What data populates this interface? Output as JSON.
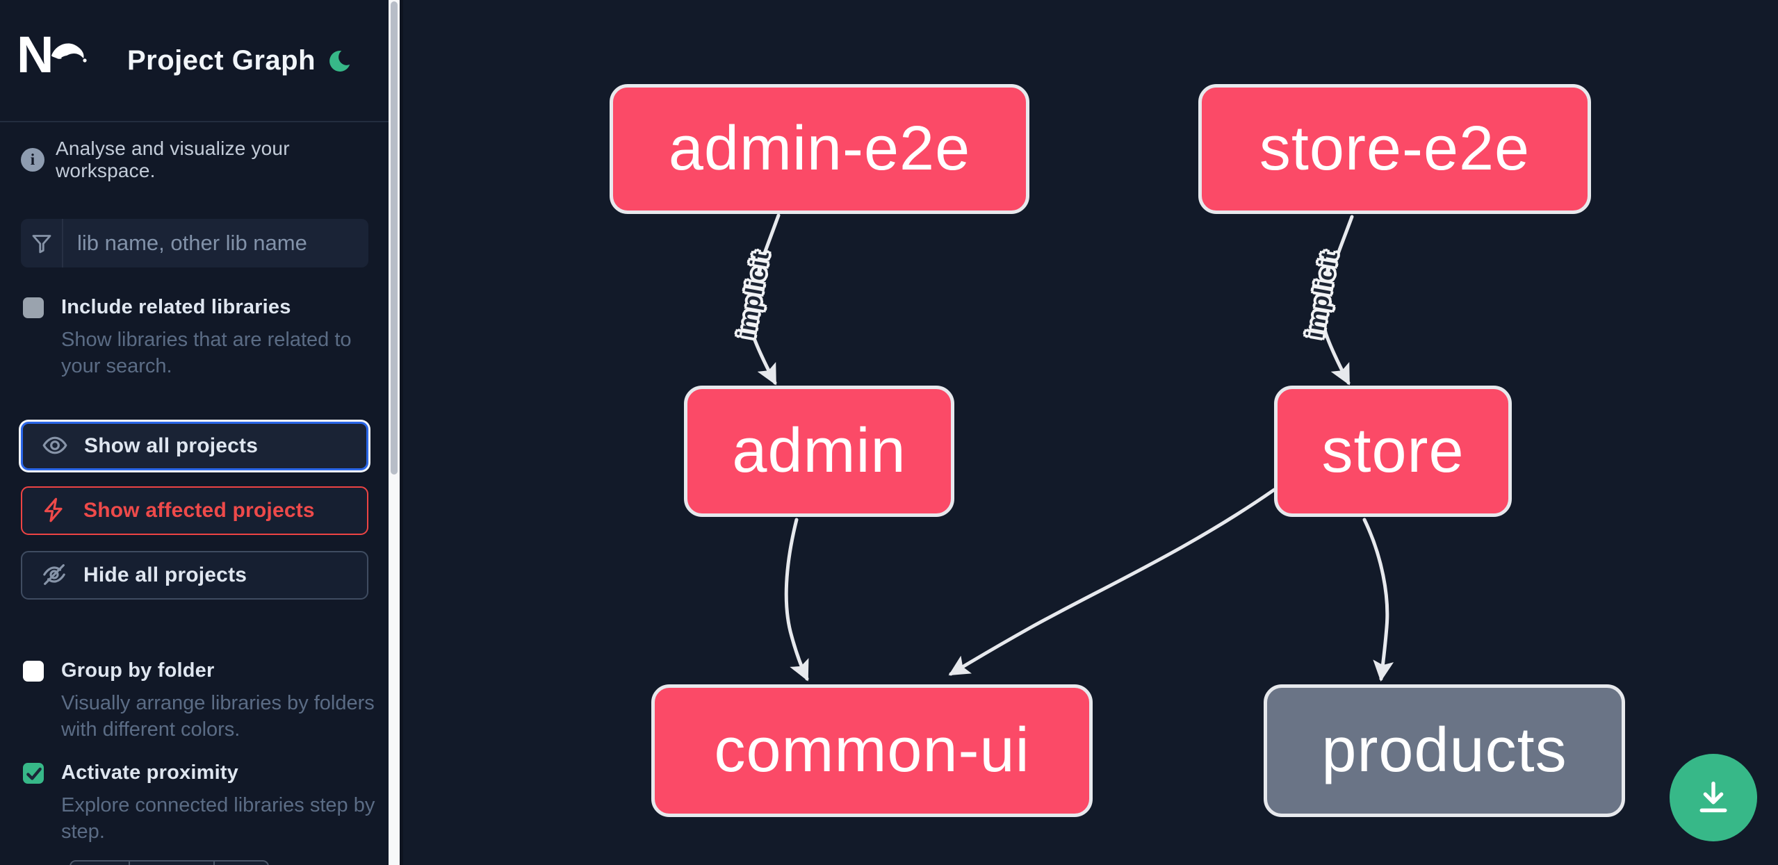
{
  "app": {
    "title": "Project Graph"
  },
  "sidebar": {
    "info_text": "Analyse and visualize your workspace.",
    "search": {
      "placeholder": "lib name, other lib name"
    },
    "toggles": [
      {
        "label": "Include related libraries",
        "description": "Show libraries that are related to your search.",
        "checked": false,
        "disabled": true
      },
      {
        "label": "Group by folder",
        "description": "Visually arrange libraries by folders with different colors.",
        "checked": false,
        "disabled": false
      },
      {
        "label": "Activate proximity",
        "description": "Explore connected libraries step by step.",
        "checked": true,
        "disabled": false
      }
    ],
    "buttons": [
      {
        "label": "Show all projects",
        "variant": "focused",
        "icon": "eye"
      },
      {
        "label": "Show affected projects",
        "variant": "affected",
        "icon": "bolt"
      },
      {
        "label": "Hide all projects",
        "variant": "default",
        "icon": "eye-off"
      }
    ]
  },
  "graph": {
    "nodes": [
      {
        "id": "admin-e2e",
        "label": "admin-e2e",
        "kind": "e2e",
        "color": "#fb4a67"
      },
      {
        "id": "store-e2e",
        "label": "store-e2e",
        "kind": "e2e",
        "color": "#fb4a67"
      },
      {
        "id": "admin",
        "label": "admin",
        "kind": "app",
        "color": "#fb4a67"
      },
      {
        "id": "store",
        "label": "store",
        "kind": "app",
        "color": "#fb4a67"
      },
      {
        "id": "common-ui",
        "label": "common-ui",
        "kind": "lib",
        "color": "#fb4a67"
      },
      {
        "id": "products",
        "label": "products",
        "kind": "lib",
        "color": "#6a7486"
      }
    ],
    "edges": [
      {
        "source": "admin-e2e",
        "target": "admin",
        "label": "implicit"
      },
      {
        "source": "store-e2e",
        "target": "store",
        "label": "implicit"
      },
      {
        "source": "admin",
        "target": "common-ui",
        "label": ""
      },
      {
        "source": "store",
        "target": "common-ui",
        "label": ""
      },
      {
        "source": "store",
        "target": "products",
        "label": ""
      }
    ]
  },
  "colors": {
    "accent_green": "#37b888",
    "accent_blue": "#2a66e8",
    "affected_red": "#ee4444",
    "node_pink": "#fb4a67",
    "node_gray": "#6a7486",
    "edge": "#e7e9ed"
  }
}
